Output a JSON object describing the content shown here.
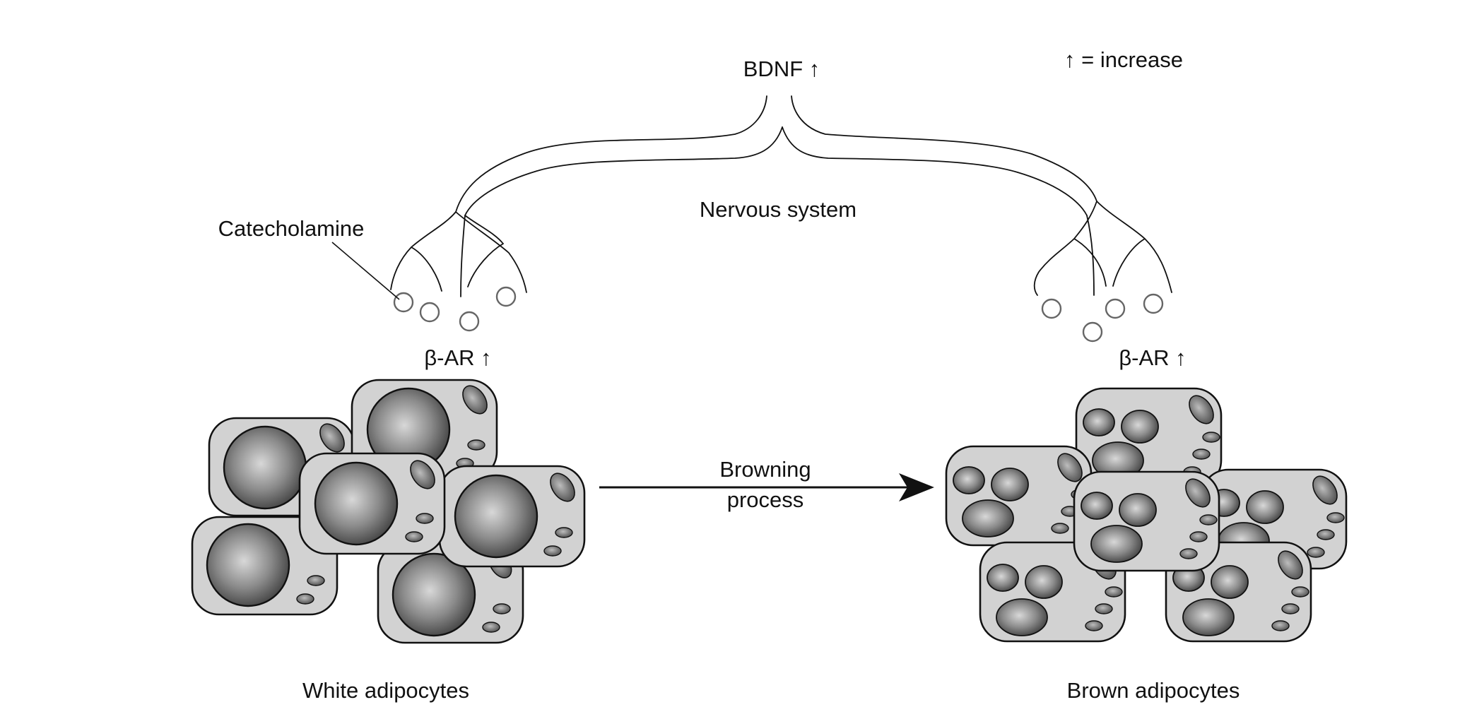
{
  "labels": {
    "bdnf": "BDNF ↑",
    "legend": "↑ = increase",
    "nervous_system": "Nervous system",
    "catecholamine": "Catecholamine",
    "beta_ar_left": "β-AR ↑",
    "beta_ar_right": "β-AR ↑",
    "browning_line1": "Browning",
    "browning_line2": "process",
    "white_adipocytes": "White adipocytes",
    "brown_adipocytes": "Brown adipocytes"
  },
  "cell_types": {
    "white": {
      "droplets_per_cell": 1,
      "mitochondria_per_cell": 3,
      "fill_color": "#d2d2d2"
    },
    "brown": {
      "droplets_per_cell": 3,
      "mitochondria_per_cell": 4,
      "fill_color": "#d2d2d2"
    }
  },
  "colors": {
    "outline": "#111111",
    "vesicle_stroke": "#666666"
  }
}
